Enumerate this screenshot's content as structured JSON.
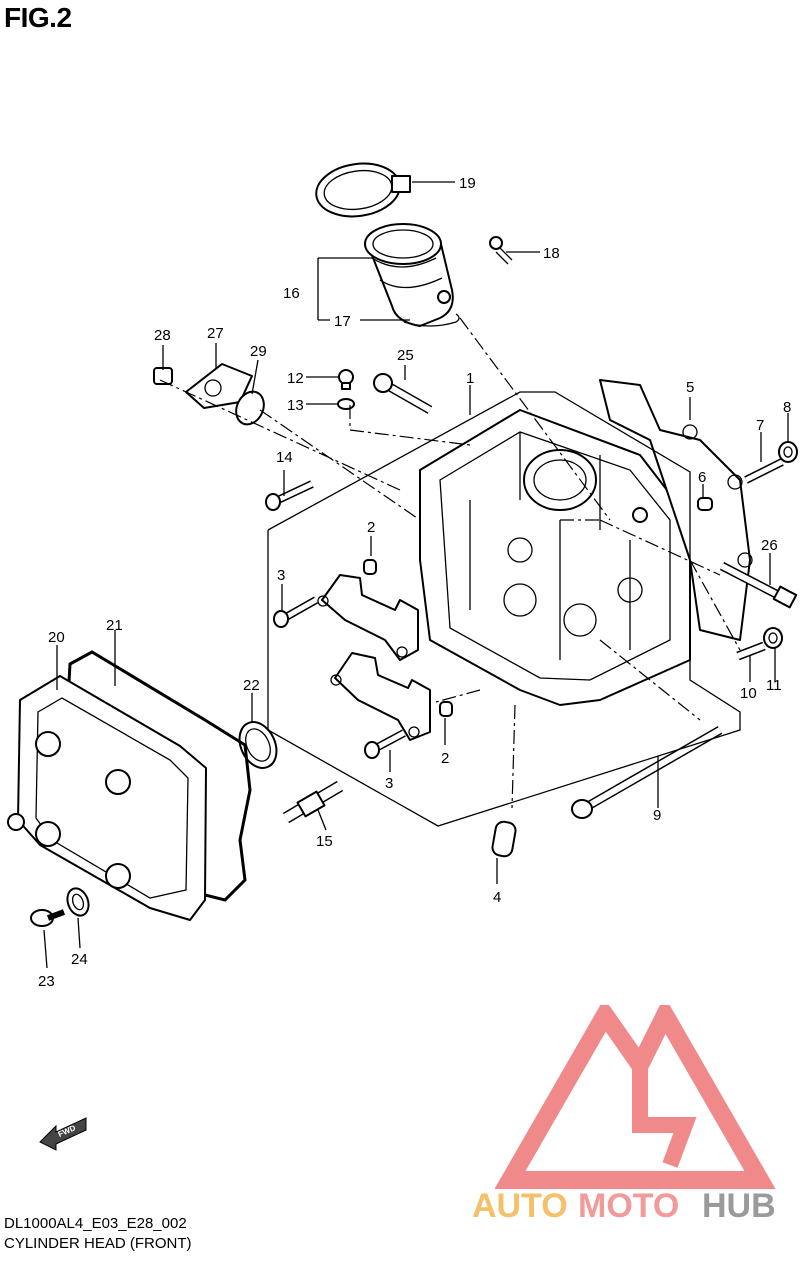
{
  "figure": {
    "title": "FIG.2",
    "callouts": {
      "c1": "1",
      "c2a": "2",
      "c2b": "2",
      "c3a": "3",
      "c3b": "3",
      "c4": "4",
      "c5": "5",
      "c6": "6",
      "c7": "7",
      "c8": "8",
      "c9": "9",
      "c10": "10",
      "c11": "11",
      "c12": "12",
      "c13": "13",
      "c14": "14",
      "c15": "15",
      "c16": "16",
      "c17": "17",
      "c18": "18",
      "c19": "19",
      "c20": "20",
      "c21": "21",
      "c22": "22",
      "c23": "23",
      "c24": "24",
      "c25": "25",
      "c26": "26",
      "c27": "27",
      "c28": "28",
      "c29": "29"
    },
    "fwd_label": "FWD"
  },
  "footer": {
    "code": "DL1000AL4_E03_E28_002",
    "caption": "CYLINDER HEAD (FRONT)"
  },
  "watermark": {
    "word_auto": "AUTO",
    "word_moto": "MOTO",
    "word_hub": "HUB",
    "colors": {
      "logo": "#f08a8a",
      "auto": "#f5c06a",
      "moto": "#f29a9a",
      "hub": "#9a9a9a"
    }
  }
}
